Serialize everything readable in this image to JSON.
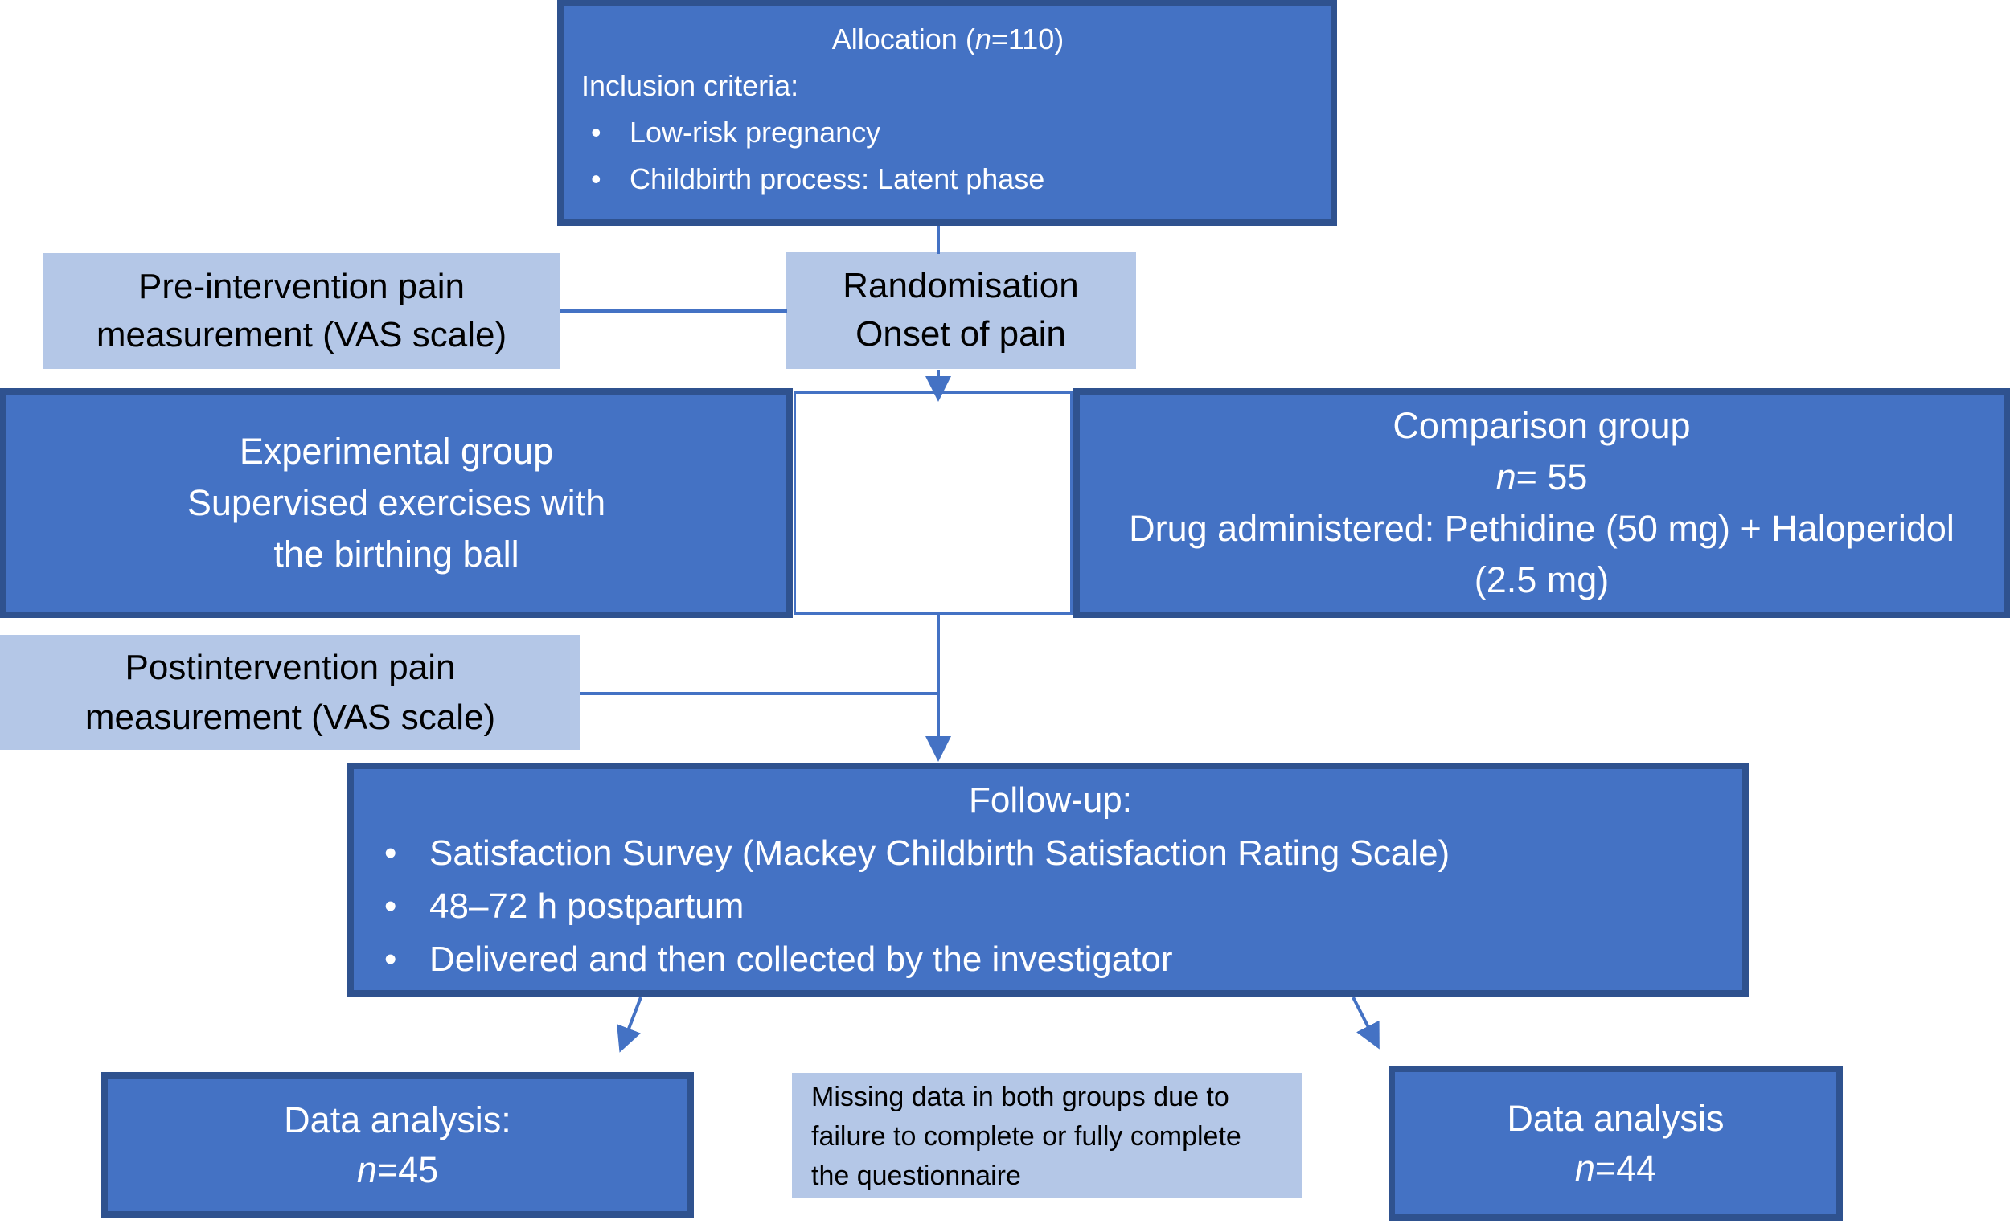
{
  "glyphs": {
    "bullet": "•"
  },
  "colors": {
    "box_fill": "#4472C4",
    "box_border": "#2F528F",
    "light_fill": "#B4C7E7",
    "connector": "#4472C4",
    "text_on_dark": "#FFFFFF",
    "text_on_light": "#000000"
  },
  "boxes": {
    "allocation": {
      "title_prefix": "Allocation (",
      "title_n": "n",
      "title_suffix": "=110)",
      "subtitle": "Inclusion criteria:",
      "bullets": [
        "Low-risk pregnancy",
        "Childbirth process: Latent phase"
      ]
    },
    "pre_intervention": {
      "line1": "Pre-intervention pain",
      "line2": "measurement (VAS scale)"
    },
    "randomisation": {
      "line1": "Randomisation",
      "line2": "Onset of pain"
    },
    "experimental": {
      "line1": "Experimental group",
      "line2": "Supervised exercises with",
      "line3": "the birthing ball"
    },
    "comparison": {
      "line1": "Comparison group",
      "n": "n",
      "n_suffix": "= 55",
      "line3": "Drug administered: Pethidine (50 mg) + Haloperidol",
      "line4": "(2.5 mg)"
    },
    "post_intervention": {
      "line1": "Postintervention pain",
      "line2": "measurement (VAS scale)"
    },
    "follow_up": {
      "title": "Follow-up:",
      "bullets": [
        "Satisfaction Survey (Mackey Childbirth Satisfaction Rating Scale)",
        "48–72 h postpartum",
        "Delivered and then collected by the investigator"
      ]
    },
    "data_left": {
      "line1": "Data analysis:",
      "n": "n",
      "n_suffix": "=45"
    },
    "missing": {
      "line1": "Missing data in both groups due to",
      "line2": "failure to complete or fully complete",
      "line3": "the questionnaire"
    },
    "data_right": {
      "line1": "Data analysis",
      "n": "n",
      "n_suffix": "=44"
    }
  }
}
